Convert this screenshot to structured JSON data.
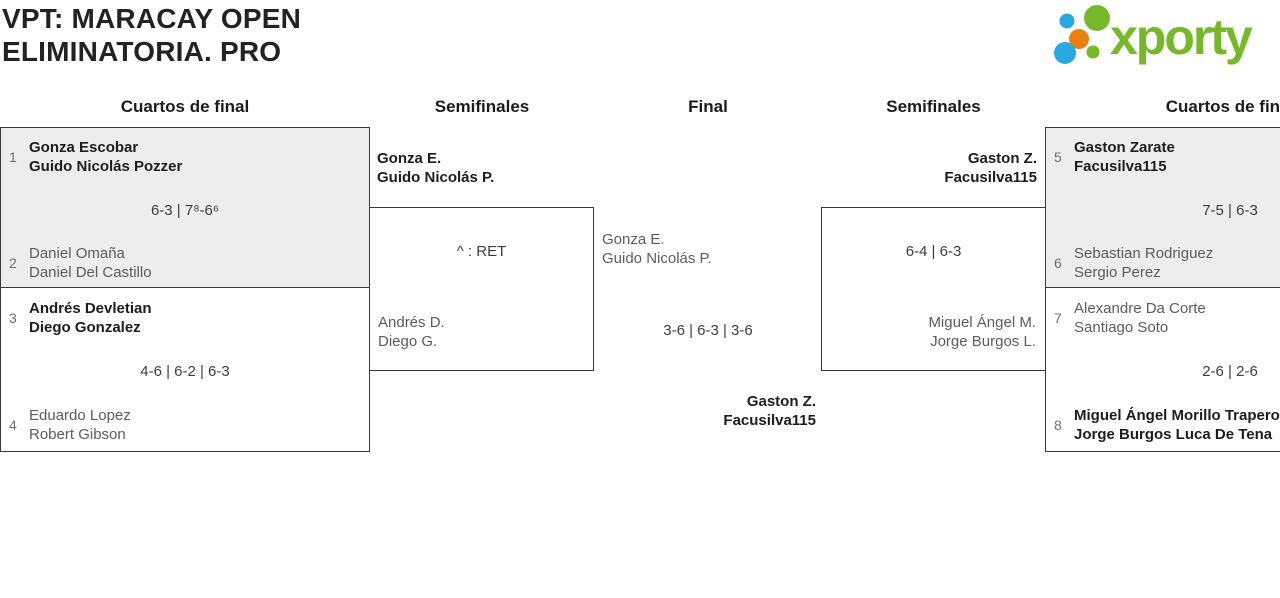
{
  "title": {
    "line1": "VPT: MARACAY OPEN",
    "line2": "ELIMINATORIA. PRO"
  },
  "logo": {
    "text": "xporty",
    "green": "#76B82A",
    "blue": "#29A9E0",
    "orange": "#E8800E"
  },
  "headers": {
    "qf_left": "Cuartos de final",
    "sf_left": "Semifinales",
    "final": "Final",
    "sf_right": "Semifinales",
    "qf_right": "Cuartos de final"
  },
  "bracket": {
    "qf1": {
      "seed_top": "1",
      "team_top": [
        "Gonza Escobar",
        "Guido Nicolás Pozzer"
      ],
      "score": "6-3 | 7⁸-6⁶",
      "seed_bottom": "2",
      "team_bottom": [
        "Daniel Omaña",
        "Daniel Del Castillo"
      ]
    },
    "qf2": {
      "seed_top": "3",
      "team_top": [
        "Andrés Devletian",
        "Diego Gonzalez"
      ],
      "score": "4-6 | 6-2 | 6-3",
      "seed_bottom": "4",
      "team_bottom": [
        "Eduardo Lopez",
        "Robert Gibson"
      ]
    },
    "sf_left": {
      "winner": [
        "Gonza E.",
        "Guido Nicolás P."
      ],
      "score": "^ : RET",
      "loser": [
        "Andrés D.",
        "Diego G."
      ]
    },
    "final": {
      "runner_up": [
        "Gonza E.",
        "Guido Nicolás P."
      ],
      "score": "3-6 | 6-3 | 3-6",
      "champion": [
        "Gaston Z.",
        "Facusilva115"
      ]
    },
    "sf_right": {
      "winner": [
        "Gaston Z.",
        "Facusilva115"
      ],
      "score": "6-4 | 6-3",
      "loser": [
        "Miguel Ángel M.",
        "Jorge Burgos L."
      ]
    },
    "qf3": {
      "seed_top": "5",
      "team_top": [
        "Gaston Zarate",
        "Facusilva115"
      ],
      "score": "7-5 | 6-3",
      "seed_bottom": "6",
      "team_bottom": [
        "Sebastian Rodriguez",
        "Sergio Perez"
      ]
    },
    "qf4": {
      "seed_top": "7",
      "team_top": [
        "Alexandre Da Corte",
        "Santiago Soto"
      ],
      "score": "2-6 | 2-6",
      "seed_bottom": "8",
      "team_bottom": [
        "Miguel Ángel Morillo Trapero",
        "Jorge Burgos Luca De Tena"
      ]
    }
  },
  "colors": {
    "winner": "#1d1d1d",
    "loser": "#5c5c5c",
    "seed": "#6e6e6e",
    "score": "#3d3d3d",
    "box_fill": "#ededed",
    "border": "#3a3a3a"
  }
}
